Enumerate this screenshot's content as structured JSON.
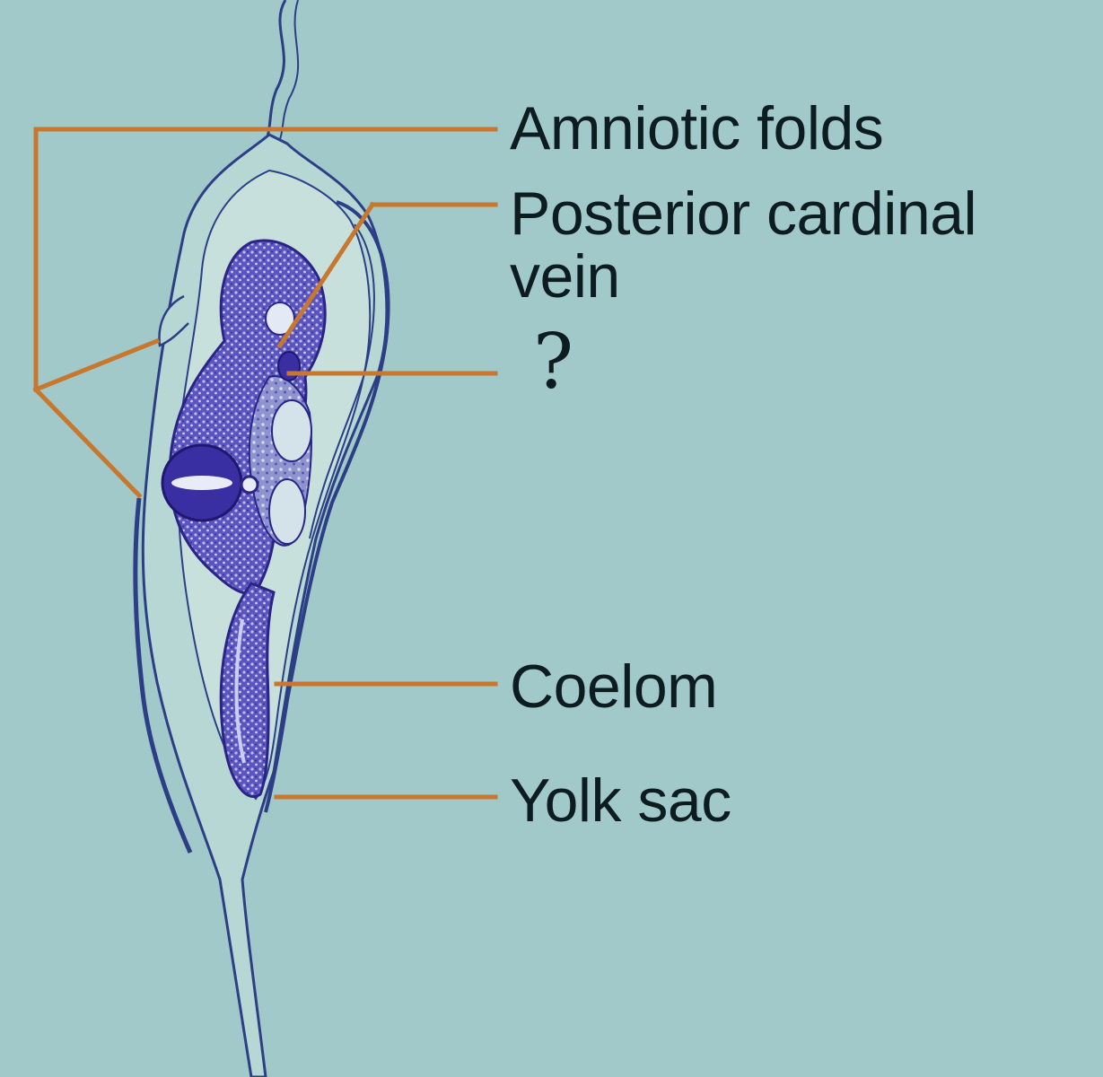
{
  "labels": {
    "amniotic_folds": "Amniotic folds",
    "posterior_cardinal_vein": "Posterior cardinal\nvein",
    "unknown": "?",
    "coelom": "Coelom",
    "yolk_sac": "Yolk sac"
  },
  "colors": {
    "background": "#a2c9c9",
    "leader_line": "#c8772f",
    "tissue_outline": "#2c3f86",
    "stained_tissue": "#3a2fa2",
    "label_text": "#0c1c20"
  }
}
